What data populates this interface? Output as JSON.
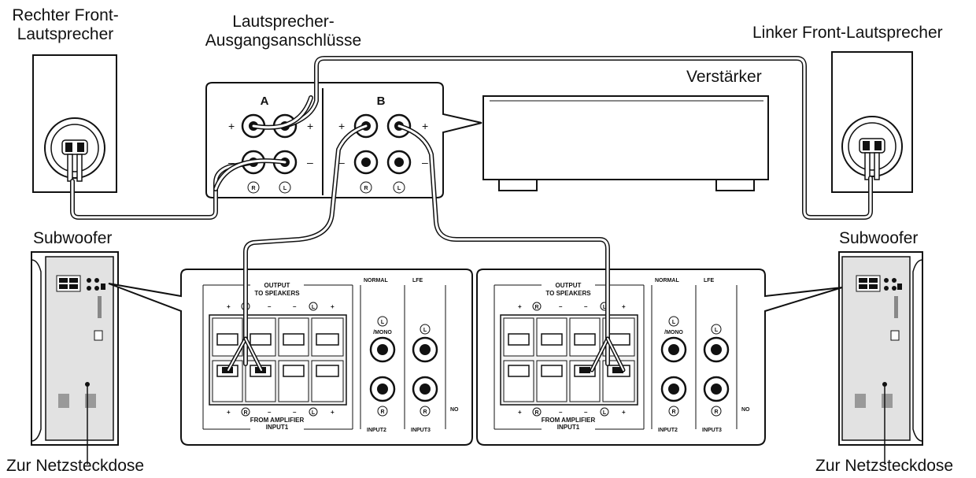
{
  "labels": {
    "right_front_speaker_line1": "Rechter Front-",
    "right_front_speaker_line2": "Lautsprecher",
    "speaker_outputs_line1": "Lautsprecher-",
    "speaker_outputs_line2": "Ausgangsanschlüsse",
    "left_front_speaker": "Linker Front-Lautsprecher",
    "amplifier": "Verstärker",
    "subwoofer_left": "Subwoofer",
    "subwoofer_right": "Subwoofer",
    "to_outlet_left": "Zur Netzsteckdose",
    "to_outlet_right": "Zur Netzsteckdose"
  },
  "amp_panel": {
    "group_a": "A",
    "group_b": "B",
    "plus": "+",
    "minus": "–",
    "r_mark": "R",
    "l_mark": "L"
  },
  "sub_panel": {
    "output_line1": "OUTPUT",
    "output_line2": "TO SPEAKERS",
    "from_amplifier": "FROM AMPLIFIER",
    "input1": "INPUT1",
    "input2": "INPUT2",
    "input3": "INPUT3",
    "normal": "NORMAL",
    "lfe": "LFE",
    "mono": "/MONO",
    "no": "NO",
    "r_mark": "R",
    "l_mark": "L",
    "plus": "+",
    "minus": "–"
  }
}
